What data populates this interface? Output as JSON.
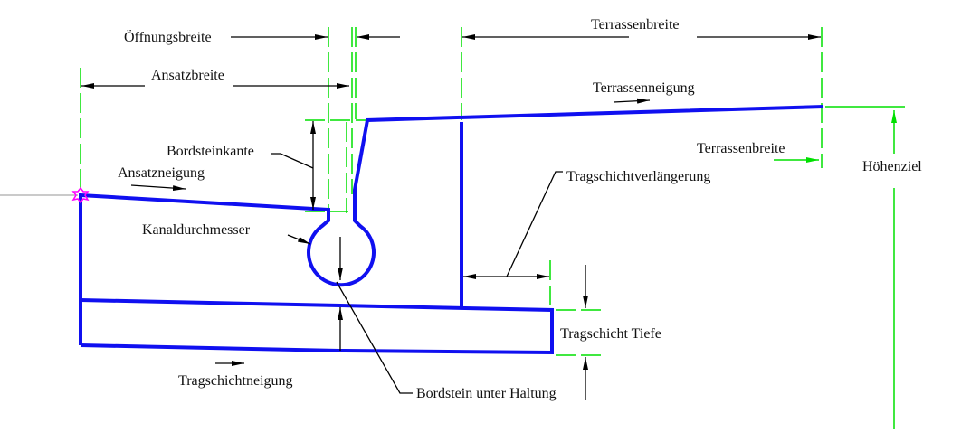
{
  "labels": {
    "oeffnungsbreite": "Öffnungsbreite",
    "terrassenbreite_top": "Terrassenbreite",
    "ansatzbreite": "Ansatzbreite",
    "terrassenneigung": "Terrassenneigung",
    "bordsteinkante": "Bordsteinkante",
    "terrassenbreite_right": "Terrassenbreite",
    "hoehenziel": "Höhenziel",
    "ansatzneigung": "Ansatzneigung",
    "tragschichtverlaengerung": "Tragschichtverlängerung",
    "kanaldurchmesser": "Kanaldurchmesser",
    "tragschicht_tiefe": "Tragschicht Tiefe",
    "tragschichtneigung": "Tragschichtneigung",
    "bordstein_unter_haltung": "Bordstein unter Haltung"
  },
  "colors": {
    "profile": "#1010f0",
    "construction": "#00e000",
    "marker": "#ff00ff"
  }
}
